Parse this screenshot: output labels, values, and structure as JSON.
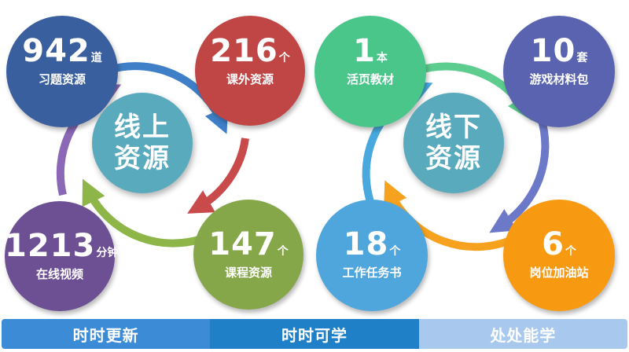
{
  "colors": {
    "center": "#5aaabd",
    "left_arrow_blue": "#3f7fc7",
    "left_arrow_red": "#c84a4a",
    "left_arrow_green": "#8db548",
    "left_arrow_purple": "#8a68b5",
    "right_arrow_green": "#5ccd8e",
    "right_arrow_blue": "#6b79c8",
    "right_arrow_orange": "#f7a21f",
    "right_arrow_sky": "#49a9de"
  },
  "online": {
    "title_line1": "线上",
    "title_line2": "资源",
    "items": [
      {
        "num": "942",
        "unit": "道",
        "label": "习题资源",
        "color": "#3a5f9f"
      },
      {
        "num": "216",
        "unit": "个",
        "label": "课外资源",
        "color": "#c04545"
      },
      {
        "num": "147",
        "unit": "个",
        "label": "课程资源",
        "color": "#86a64a"
      },
      {
        "num": "1213",
        "unit": "分钟",
        "label": "在线视频",
        "color": "#6d4f94"
      }
    ]
  },
  "offline": {
    "title_line1": "线下",
    "title_line2": "资源",
    "items": [
      {
        "num": "1",
        "unit": "本",
        "label": "活页教材",
        "color": "#4bc68b"
      },
      {
        "num": "10",
        "unit": "套",
        "label": "游戏材料包",
        "color": "#5a63b0"
      },
      {
        "num": "6",
        "unit": "个",
        "label": "岗位加油站",
        "color": "#f79a12"
      },
      {
        "num": "18",
        "unit": "个",
        "label": "工作任务书",
        "color": "#4ea6dc"
      }
    ]
  },
  "bottom_bar": [
    {
      "text": "时时更新",
      "color": "#3b8bd6"
    },
    {
      "text": "时时可学",
      "color": "#1f80c8"
    },
    {
      "text": "处处能学",
      "color": "#a9c8ee"
    }
  ]
}
